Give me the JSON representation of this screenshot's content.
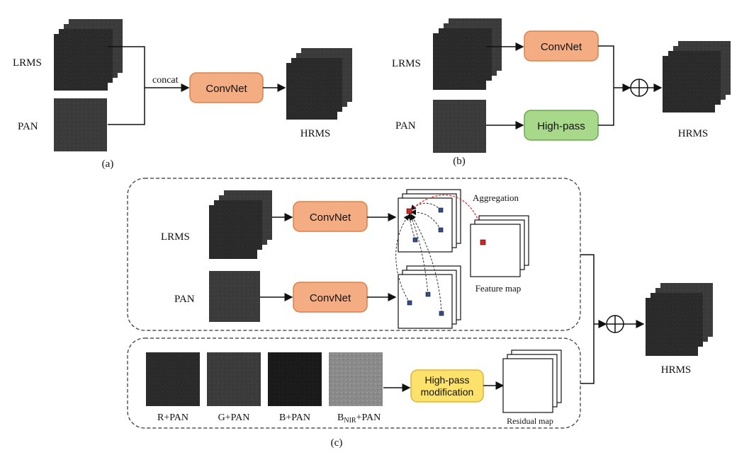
{
  "panel_a": {
    "lrms_label": "LRMS",
    "pan_label": "PAN",
    "concat_label": "concat",
    "convnet_label": "ConvNet",
    "hrms_label": "HRMS",
    "caption": "(a)"
  },
  "panel_b": {
    "lrms_label": "LRMS",
    "pan_label": "PAN",
    "convnet_label": "ConvNet",
    "highpass_label": "High-pass",
    "hrms_label": "HRMS",
    "caption": "(b)"
  },
  "panel_c": {
    "lrms_label": "LRMS",
    "pan_label": "PAN",
    "convnet_top_label": "ConvNet",
    "convnet_bottom_label": "ConvNet",
    "aggregation_label": "Aggregation",
    "feature_map_label": "Feature map",
    "bands": [
      {
        "main": "R+PAN",
        "sub": ""
      },
      {
        "main": "G+PAN",
        "sub": ""
      },
      {
        "main": "B+PAN",
        "sub": ""
      },
      {
        "main": "B",
        "sub": "NIR",
        "suffix": "+PAN"
      }
    ],
    "highpass_mod_line1": "High-pass",
    "highpass_mod_line2": "modification",
    "residual_map_label": "Residual map",
    "hrms_label": "HRMS",
    "caption": "(c)"
  },
  "colors": {
    "convnet_fill": "#f4ad82",
    "convnet_stroke": "#d9804a",
    "highpass_fill": "#a8d98a",
    "highpass_stroke": "#6aa84f",
    "highpass_mod_fill": "#fce26a",
    "highpass_mod_stroke": "#e0b23a",
    "aggregation_accent": "#e02020",
    "patch_blue": "#2f4f8f"
  }
}
